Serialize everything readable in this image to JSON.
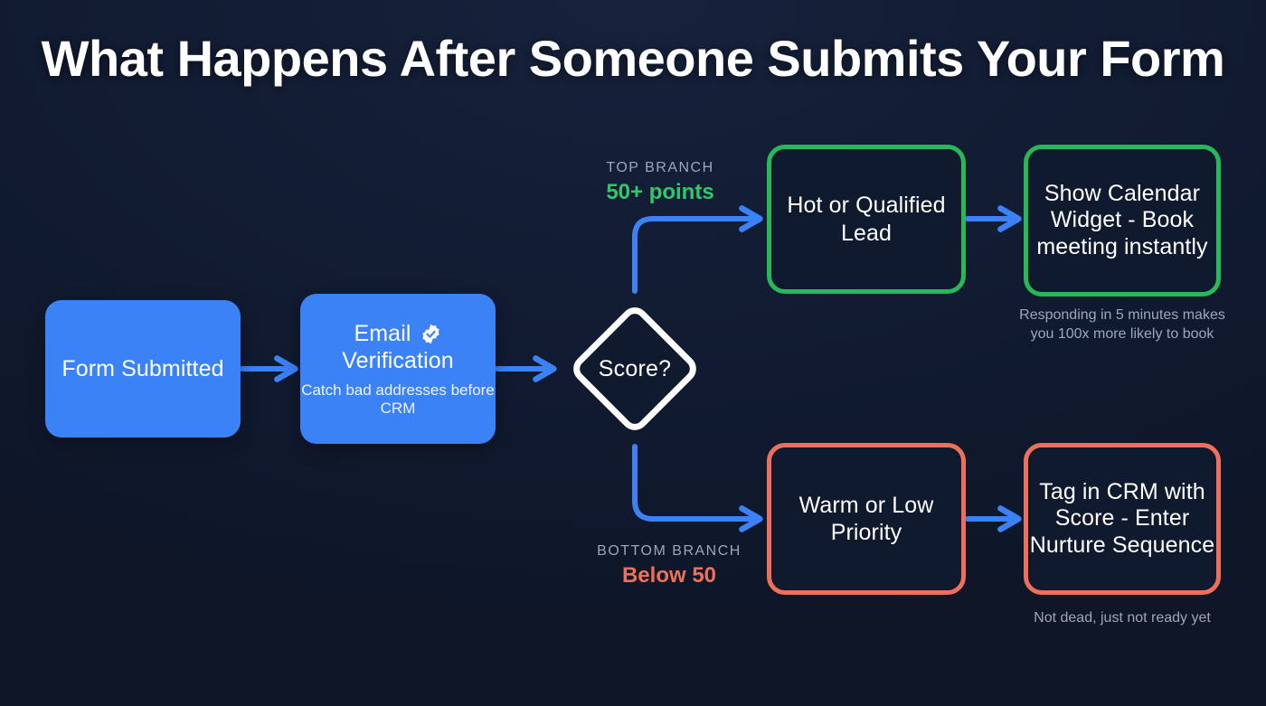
{
  "page": {
    "title": "What Happens After Someone Submits Your Form",
    "background_color": "#121c33",
    "accent_blue": "#3b82f6",
    "accent_green": "#27b858",
    "accent_red": "#ef705a",
    "diamond_stroke": "#ffffff"
  },
  "nodes": {
    "form_submitted": {
      "label": "Form Submitted",
      "style": "filled-blue"
    },
    "email_verification": {
      "label_line1": "Email",
      "label_line2": "Verification",
      "icon": "verified-badge-icon",
      "sub": "Catch bad addresses before CRM",
      "style": "filled-blue"
    },
    "decision": {
      "label": "Score?",
      "style": "diamond-outline-white"
    },
    "hot_lead": {
      "label": "Hot or Qualified Lead",
      "style": "outline-green"
    },
    "calendar": {
      "label": "Show Calendar Widget - Book meeting instantly",
      "style": "outline-green",
      "caption": "Responding in 5 minutes makes you 100x more likely to book"
    },
    "warm_lead": {
      "label": "Warm or Low Priority",
      "style": "outline-red"
    },
    "tag_crm": {
      "label": "Tag in CRM with Score - Enter Nurture Sequence",
      "style": "outline-red",
      "caption": "Not dead, just not ready yet"
    }
  },
  "branches": {
    "top": {
      "kicker": "TOP BRANCH",
      "value": "50+ points",
      "color": "#2fc96a"
    },
    "bottom": {
      "kicker": "BOTTOM BRANCH",
      "value": "Below 50",
      "color": "#ef705a"
    }
  }
}
